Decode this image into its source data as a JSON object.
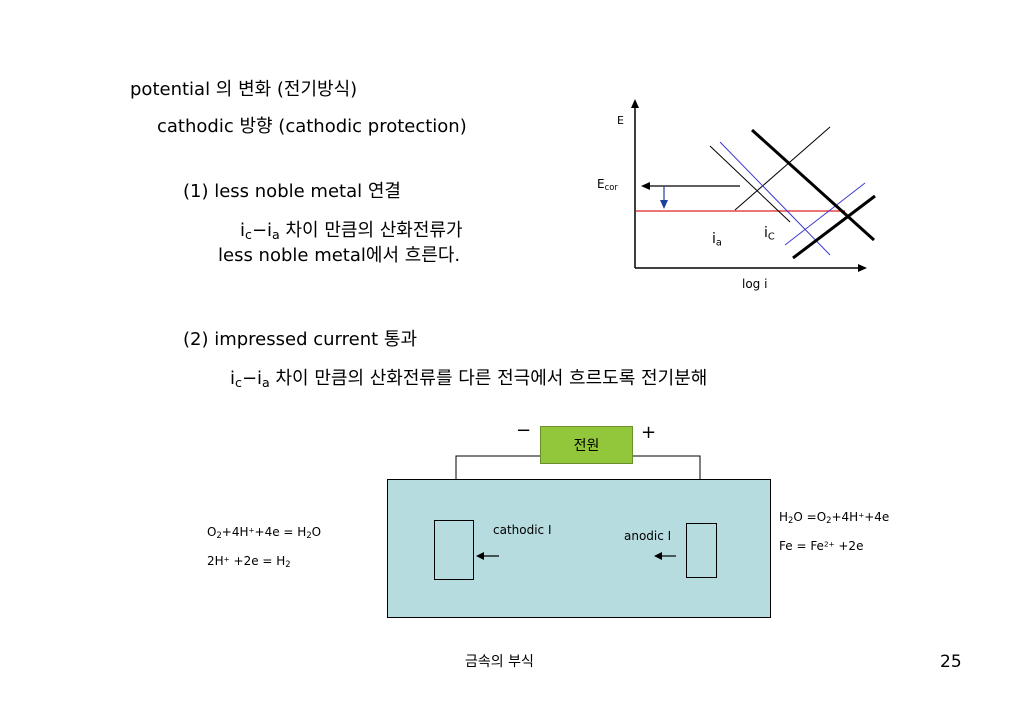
{
  "heading": {
    "line1": "potential 의 변화 (전기방식)",
    "line2": "cathodic 방향  (cathodic protection)"
  },
  "method1": {
    "title": "(1) less noble metal 연결",
    "desc_i1": "i",
    "desc_c": "c",
    "desc_dash": "−i",
    "desc_a": "a",
    "desc_rest": " 차이 만큼의 산화전류가",
    "desc_line2": "less noble metal에서 흐른다."
  },
  "method2": {
    "title": "(2) impressed current 통과",
    "desc_i1": "i",
    "desc_c": "c",
    "desc_dash": "−i",
    "desc_a": "a",
    "desc_rest": " 차이 만큼의 산화전류를  다른 전극에서 흐르도록 전기분해"
  },
  "graph": {
    "y_axis_label": "E",
    "x_axis_label": "log i",
    "ecor_main": "E",
    "ecor_sub": "cor",
    "ia_main": "i",
    "ia_sub": "a",
    "ic_main": "i",
    "ic_sub": "C"
  },
  "circuit": {
    "power_label": "전원",
    "minus": "−",
    "plus": "+",
    "cathodic_label": "cathodic I",
    "anodic_label": "anodic I",
    "left_rxn1": [
      "O",
      "2",
      "+4H",
      "+",
      "+4e = H",
      "2",
      "O"
    ],
    "left_rxn2": [
      "2H",
      "+",
      " +2e = H",
      "2"
    ],
    "right_rxn1": [
      "H",
      "2",
      "O =O",
      "2",
      "+4H",
      "+",
      "+4e"
    ],
    "right_rxn2": [
      "Fe = Fe",
      "2+",
      " +2e"
    ]
  },
  "footer": {
    "title": "금속의 부식",
    "page": "25"
  },
  "colors": {
    "power_box": "#92c73b",
    "tank": "#b6dce0",
    "red_line": "#e02020",
    "blue_line": "#3a3ad0",
    "arrow_blue": "#2040a0"
  }
}
